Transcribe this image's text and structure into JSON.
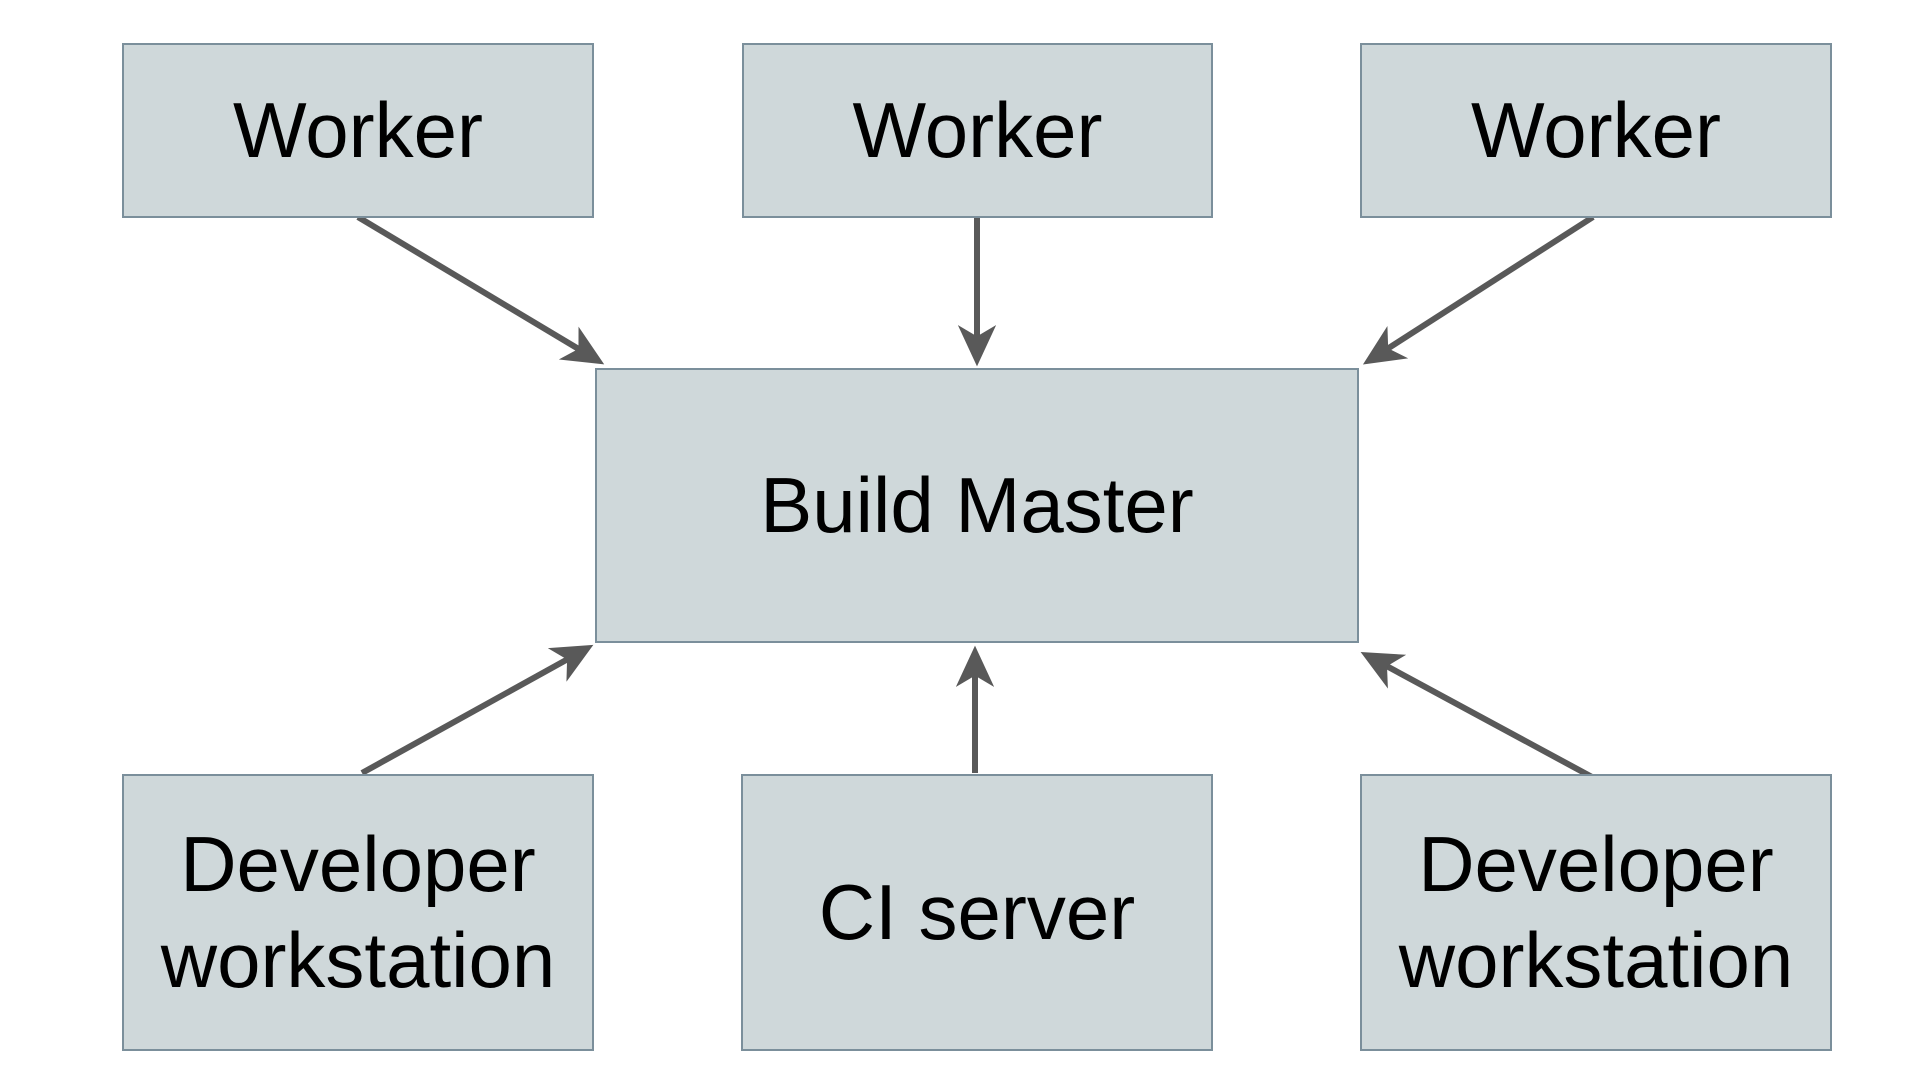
{
  "diagram": {
    "nodes": [
      {
        "id": "worker-1",
        "label": "Worker"
      },
      {
        "id": "worker-2",
        "label": "Worker"
      },
      {
        "id": "worker-3",
        "label": "Worker"
      },
      {
        "id": "build-master",
        "label": "Build Master"
      },
      {
        "id": "dev-workstation-1",
        "label": "Developer workstation"
      },
      {
        "id": "ci-server",
        "label": "CI server"
      },
      {
        "id": "dev-workstation-2",
        "label": "Developer workstation"
      }
    ],
    "edges": [
      {
        "from": "worker-1",
        "to": "build-master"
      },
      {
        "from": "worker-2",
        "to": "build-master"
      },
      {
        "from": "worker-3",
        "to": "build-master"
      },
      {
        "from": "dev-workstation-1",
        "to": "build-master"
      },
      {
        "from": "ci-server",
        "to": "build-master"
      },
      {
        "from": "dev-workstation-2",
        "to": "build-master"
      }
    ],
    "colors": {
      "node_fill": "#cfd8da",
      "node_border": "#7b8f9b",
      "arrow": "#595959",
      "text": "#000000",
      "background": "#ffffff"
    }
  }
}
